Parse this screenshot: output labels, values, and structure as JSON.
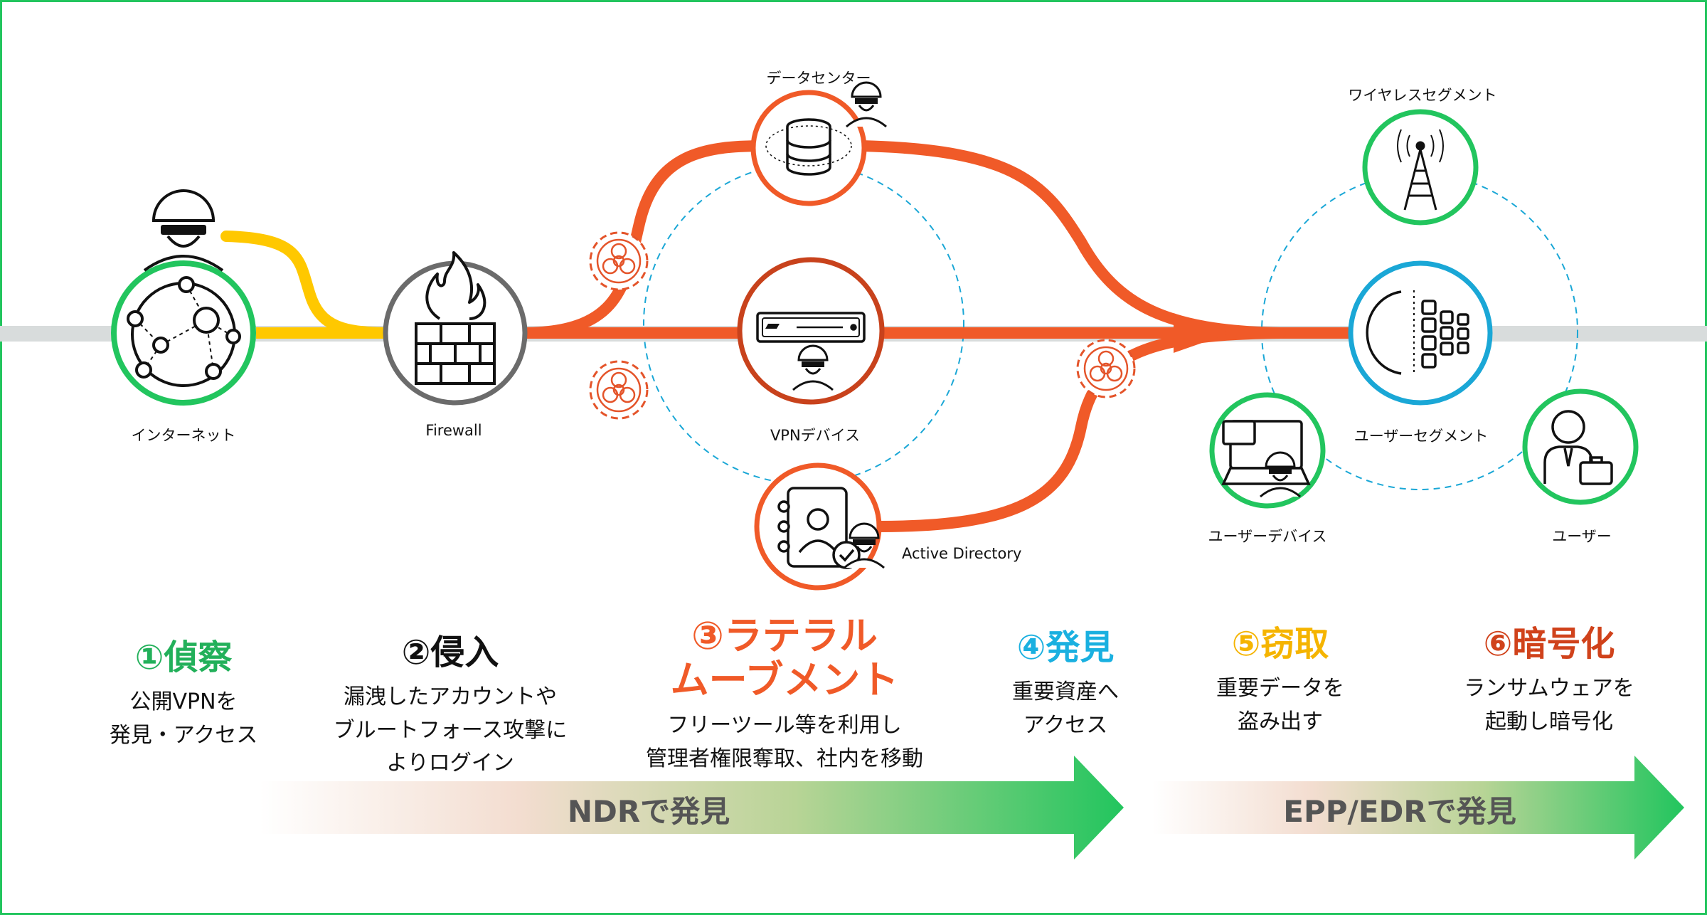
{
  "colors": {
    "green": "#22c55e",
    "orange_red": "#f05a28",
    "yellow": "#ffc800",
    "gray": "#6b6b6b",
    "cyan": "#1aa7d6",
    "dark_red": "#c8421c",
    "stage1": "#22b05a",
    "stage2": "#111111",
    "stage3": "#f05a28",
    "stage4": "#1ab0e0",
    "stage5": "#f5b400",
    "stage6": "#d0421b"
  },
  "nodes": {
    "internet": "インターネット",
    "firewall": "Firewall",
    "datacenter": "データセンター",
    "vpn": "VPNデバイス",
    "active_directory": "Active Directory",
    "wireless": "ワイヤレスセグメント",
    "user_segment": "ユーザーセグメント",
    "user_device": "ユーザーデバイス",
    "user": "ユーザー"
  },
  "stages": [
    {
      "title": "①偵察",
      "desc1": "公開VPNを",
      "desc2": "発見・アクセス",
      "desc3": ""
    },
    {
      "title": "②侵入",
      "desc1": "漏洩したアカウントや",
      "desc2": "ブルートフォース攻撃に",
      "desc3": "よりログイン"
    },
    {
      "title1": "③ラテラル",
      "title2": "ムーブメント",
      "desc1": "フリーツール等を利用し",
      "desc2": "管理者権限奪取、社内を移動"
    },
    {
      "title": "④発見",
      "desc1": "重要資産へ",
      "desc2": "アクセス",
      "desc3": ""
    },
    {
      "title": "⑤窃取",
      "desc1": "重要データを",
      "desc2": "盗み出す",
      "desc3": ""
    },
    {
      "title": "⑥暗号化",
      "desc1": "ランサムウェアを",
      "desc2": "起動し暗号化",
      "desc3": ""
    }
  ],
  "banners": {
    "ndr": "NDRで発見",
    "epp": "EPP/EDRで発見"
  }
}
